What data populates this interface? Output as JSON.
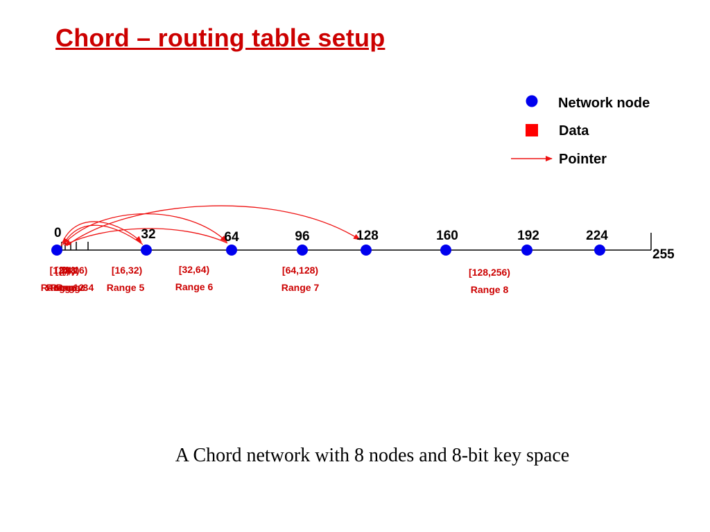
{
  "title": "Chord – routing table setup",
  "caption": "A Chord network with 8 nodes and 8-bit key space",
  "colors": {
    "title": "#cc0000",
    "node": "#0000ee",
    "data": "#ff0000",
    "pointer": "#ee1111",
    "range_text": "#cc0000",
    "axis": "#000000"
  },
  "legend": {
    "node_label": "Network node",
    "data_label": "Data",
    "pointer_label": "Pointer",
    "node_icon": "blue-circle-icon",
    "data_icon": "red-square-icon",
    "pointer_icon": "red-arrow-icon"
  },
  "axis": {
    "min": 0,
    "max": 255,
    "end_label": "255"
  },
  "nodes": [
    {
      "id": 0,
      "label": "0"
    },
    {
      "id": 32,
      "label": "32"
    },
    {
      "id": 64,
      "label": "64"
    },
    {
      "id": 96,
      "label": "96"
    },
    {
      "id": 128,
      "label": "128"
    },
    {
      "id": 160,
      "label": "160"
    },
    {
      "id": 192,
      "label": "192"
    },
    {
      "id": 224,
      "label": "224"
    }
  ],
  "range_ticks": [
    1,
    2,
    4,
    8,
    16
  ],
  "pointers": [
    {
      "from": 0,
      "to": 32
    },
    {
      "from": 0,
      "to": 64
    },
    {
      "from": 0,
      "to": 128
    },
    {
      "from": 32,
      "to": 0
    },
    {
      "from": 64,
      "to": 0
    }
  ],
  "ranges": [
    {
      "interval": "[1,2)",
      "label": "Range 1"
    },
    {
      "interval": "[2,4)",
      "label": "Range 2"
    },
    {
      "interval": "[4,8)",
      "label": "Range 3"
    },
    {
      "interval": "[8,16)",
      "label": "Range 4"
    },
    {
      "interval": "[16,32)",
      "label": "Range 5"
    },
    {
      "interval": "[32,64)",
      "label": "Range 6"
    },
    {
      "interval": "[64,128)",
      "label": "Range 7"
    },
    {
      "interval": "[128,256)",
      "label": "Range 8"
    }
  ]
}
